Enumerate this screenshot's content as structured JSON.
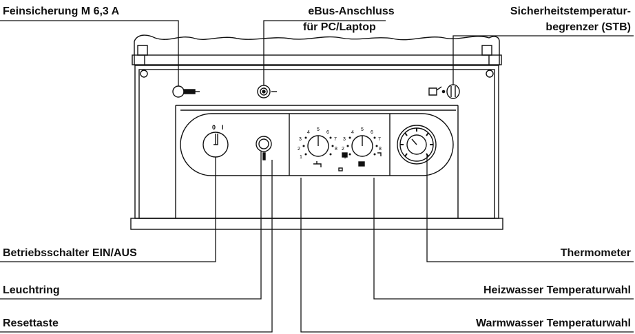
{
  "labels": {
    "feinsicherung": "Feinsicherung M 6,3 A",
    "ebus_line1": "eBus-Anschluss",
    "ebus_line2": "für PC/Laptop",
    "stb_line1": "Sicherheitstemperatur-",
    "stb_line2": "begrenzer (STB)",
    "betriebsschalter": "Betriebsschalter EIN/AUS",
    "leuchtring": "Leuchtring",
    "resettaste": "Resettaste",
    "thermometer": "Thermometer",
    "heizwasser": "Heizwasser Temperaturwahl",
    "warmwasser": "Warmwasser Temperaturwahl"
  },
  "switch_marks": [
    "0",
    "I"
  ],
  "dial_scale": [
    "1",
    "2",
    "3",
    "4",
    "5",
    "6",
    "7",
    "8"
  ],
  "colors": {
    "ink": "#111111",
    "background": "#ffffff"
  }
}
